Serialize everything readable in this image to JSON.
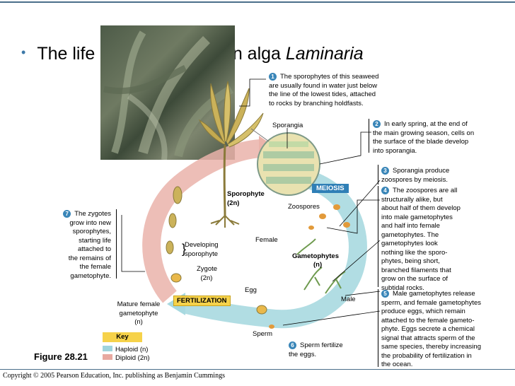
{
  "heading": {
    "bullet": "•",
    "text": "The life cycle of the brown alga ",
    "italic": "Laminaria"
  },
  "steps": [
    {
      "num": "1",
      "lines": [
        "The sporophytes of this seaweed",
        "are usually found in water just below",
        "the line of the lowest tides, attached",
        "to rocks by branching holdfasts."
      ]
    },
    {
      "num": "2",
      "lines": [
        "In early spring, at the end of",
        "the main growing season, cells on",
        "the surface of the blade develop",
        "into sporangia."
      ]
    },
    {
      "num": "3",
      "lines": [
        "Sporangia produce",
        "zoospores by meiosis."
      ]
    },
    {
      "num": "4",
      "lines": [
        "The zoospores are all",
        "structurally alike, but",
        "about half of them develop",
        "into male gametophytes",
        "and half into female",
        "gametophytes. The",
        "gametophytes look",
        "nothing like the sporo-",
        "phytes, being short,",
        "branched filaments that",
        "grow on the surface of",
        "subtidal rocks."
      ]
    },
    {
      "num": "5",
      "lines": [
        "Male gametophytes release",
        "sperm, and female gametophytes",
        "produce eggs, which remain",
        "attached to the female gameto-",
        "phyte. Eggs secrete a chemical",
        "signal that attracts sperm of the",
        "same species, thereby increasing",
        "the probability of fertilization in",
        "the ocean."
      ]
    },
    {
      "num": "6",
      "lines": [
        "Sperm fertilize",
        "the eggs."
      ]
    },
    {
      "num": "7",
      "lines": [
        "The zygotes",
        "grow into new",
        "sporophytes,",
        "starting life",
        "attached to",
        "the remains of",
        "the female",
        "gametophyte."
      ]
    }
  ],
  "labels": {
    "sporangia": "Sporangia",
    "sporophyte": "Sporophyte",
    "sporophyte_ploidy": "(2n)",
    "meiosis": "MEIOSIS",
    "zoospores": "Zoospores",
    "female": "Female",
    "gametophytes": "Gametophytes",
    "gametophytes_ploidy": "(n)",
    "male": "Male",
    "developing_1": "Developing",
    "developing_2": "sporophyte",
    "zygote": "Zygote",
    "zygote_ploidy": "(2n)",
    "egg": "Egg",
    "fertilization": "FERTILIZATION",
    "mature_1": "Mature female",
    "mature_2": "gametophyte",
    "mature_3": "(n)",
    "sperm": "Sperm"
  },
  "key": {
    "title": "Key",
    "items": [
      {
        "label": "Haploid (n)",
        "color": "#9fd4dc"
      },
      {
        "label": "Diploid (2n)",
        "color": "#e8a9a0"
      }
    ]
  },
  "figure_label": "Figure 28.21",
  "copyright": "Copyright © 2005 Pearson Education, Inc. publishing as Benjamin Cummings",
  "colors": {
    "haploid": "#a8d9e0",
    "diploid": "#eab3aa",
    "accent": "#3a86b8",
    "badge": "#f6d24a"
  }
}
